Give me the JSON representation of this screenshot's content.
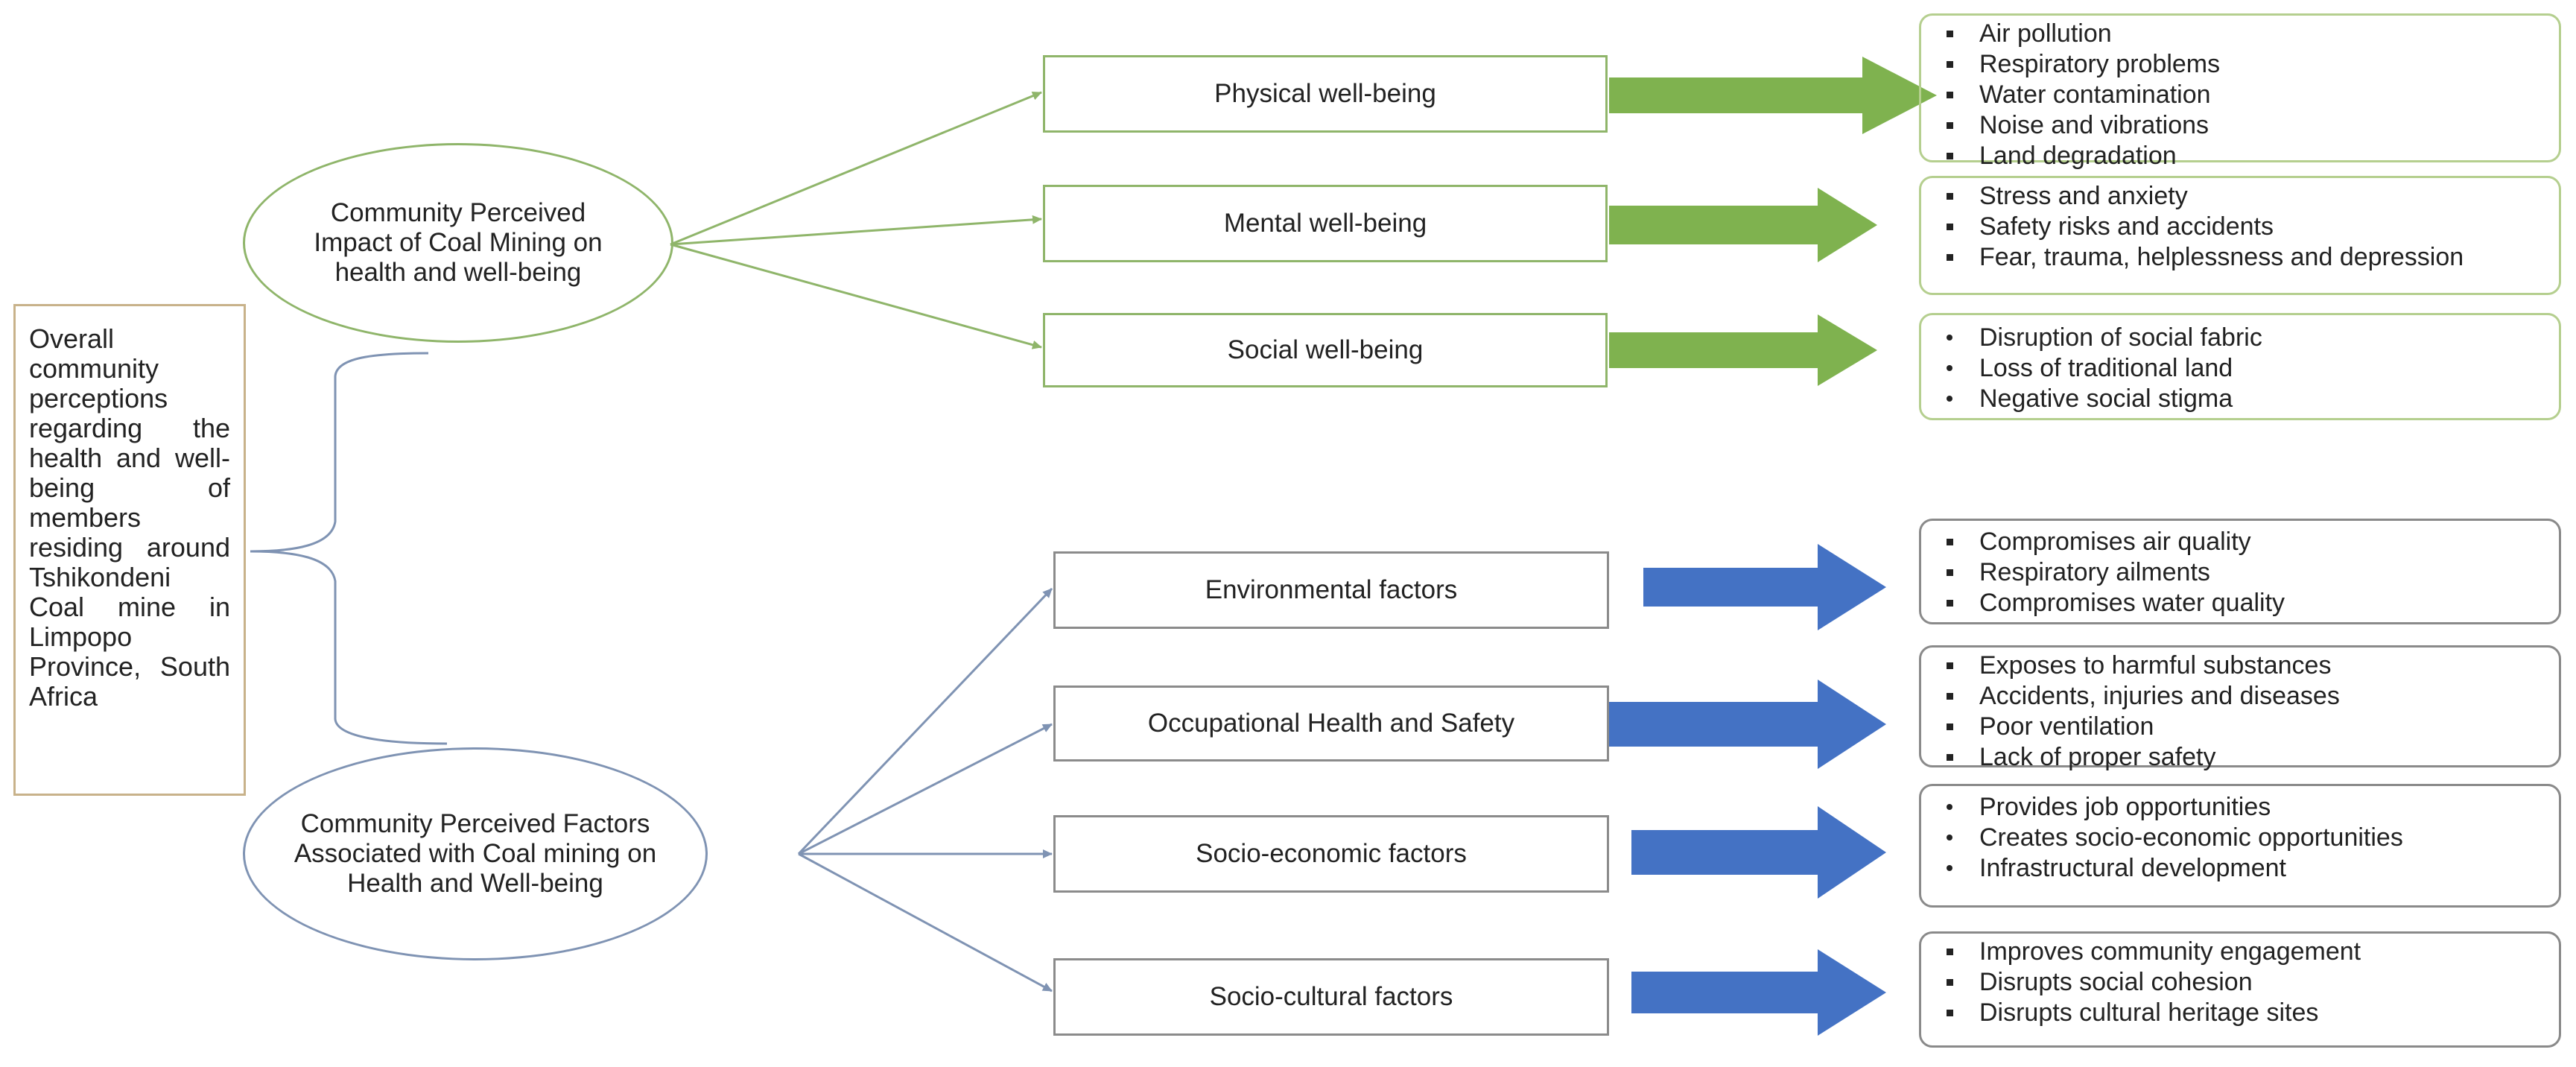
{
  "root": {
    "text": "Overall community perceptions regarding the health and well-being of members residing around Tshikondeni Coal mine in Limpopo Province, South Africa"
  },
  "impact": {
    "label": "Community Perceived Impact of Coal Mining on health and well-being",
    "color": "#7fb24f",
    "items": [
      {
        "label": "Physical well-being",
        "bullets": [
          "Air pollution",
          "Respiratory problems",
          "Water contamination",
          "Noise and vibrations",
          "Land degradation"
        ]
      },
      {
        "label": "Mental well-being",
        "bullets": [
          "Stress and anxiety",
          "Safety risks and accidents",
          "Fear, trauma, helplessness and depression"
        ]
      },
      {
        "label": "Social well-being",
        "bullets": [
          "Disruption of social fabric",
          "Loss of traditional land",
          "Negative social stigma"
        ]
      }
    ]
  },
  "factors": {
    "label": "Community Perceived Factors Associated with Coal mining on Health and Well-being",
    "color": "#4472c4",
    "items": [
      {
        "label": "Environmental factors",
        "bullets": [
          "Compromises air quality",
          "Respiratory ailments",
          "Compromises water quality"
        ]
      },
      {
        "label": "Occupational Health and Safety",
        "bullets": [
          "Exposes to harmful substances",
          "Accidents, injuries and diseases",
          "Poor ventilation",
          "Lack of proper safety"
        ]
      },
      {
        "label": "Socio-economic factors",
        "bullets": [
          "Provides job opportunities",
          "Creates socio-economic opportunities",
          "Infrastructural development"
        ]
      },
      {
        "label": "Socio-cultural factors",
        "bullets": [
          "Improves community engagement",
          "Disrupts social cohesion",
          "Disrupts cultural heritage sites"
        ]
      }
    ]
  }
}
